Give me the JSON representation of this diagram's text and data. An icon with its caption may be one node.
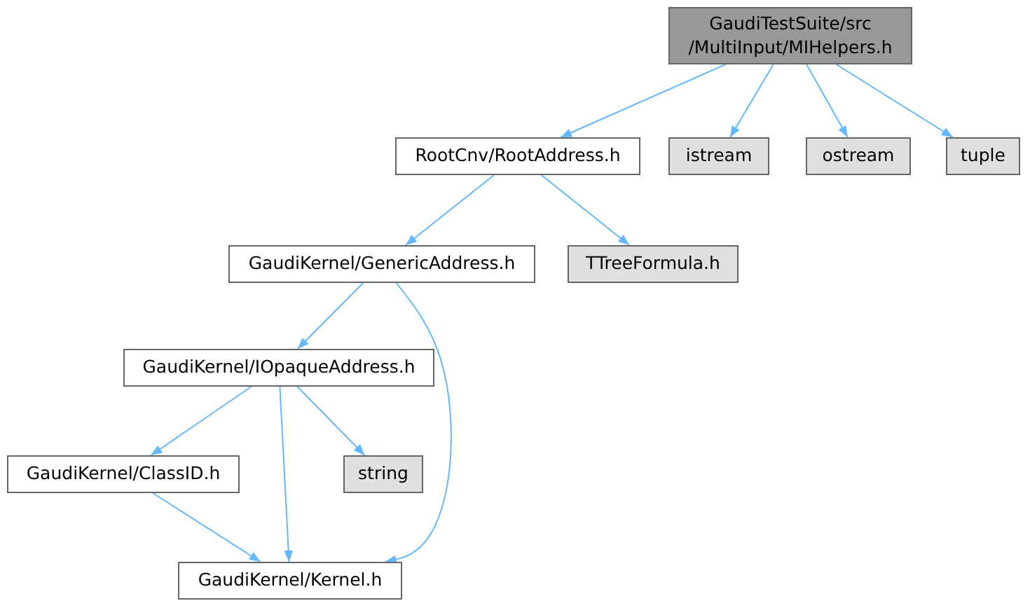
{
  "diagram": {
    "nodes": [
      {
        "text": [
          "GaudiTestSuite/src /MultiInput/MIHelpers.h"
        ]
      },
      {
        "text": [
          "RootCnv/RootAddress.h"
        ]
      },
      {
        "text": [
          "istream"
        ]
      },
      {
        "text": [
          "ostream"
        ]
      },
      {
        "text": [
          "tuple"
        ]
      },
      {
        "text": [
          "GaudiKernel/GenericAddress.h"
        ]
      },
      {
        "text": [
          "TTreeFormula.h"
        ]
      },
      {
        "text": [
          "GaudiKernel/IOpaqueAddress.h"
        ]
      },
      {
        "text": [
          "GaudiKernel/ClassID.h"
        ]
      },
      {
        "text": [
          "string"
        ]
      },
      {
        "text": [
          "GaudiKernel/Kernel.h"
        ]
      }
    ],
    "edges": [
      {
        "from": 0,
        "to": 1,
        "arrow": "to"
      },
      {
        "from": 0,
        "to": 2,
        "arrow": "to"
      },
      {
        "from": 0,
        "to": 3,
        "arrow": "to"
      },
      {
        "from": 0,
        "to": 4,
        "arrow": "to"
      },
      {
        "from": 1,
        "to": 5,
        "arrow": "to"
      },
      {
        "from": 1,
        "to": 6,
        "arrow": "to"
      },
      {
        "from": 5,
        "to": 7,
        "arrow": "to"
      },
      {
        "from": 5,
        "to": 10,
        "arrow": "to"
      },
      {
        "from": 7,
        "to": 8,
        "arrow": "to"
      },
      {
        "from": 7,
        "to": 10,
        "arrow": "to"
      },
      {
        "from": 7,
        "to": 9,
        "arrow": "to"
      },
      {
        "from": 8,
        "to": 10,
        "arrow": "to"
      }
    ]
  }
}
